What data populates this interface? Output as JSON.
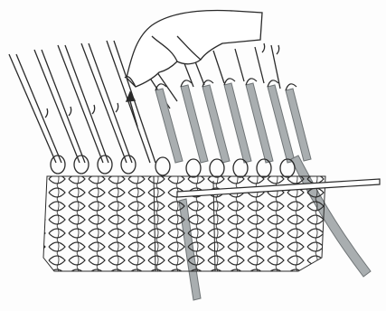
{
  "figure": {
    "kind": "knitting technique line illustration",
    "elements": [
      "hand-holding-hook",
      "upward-arrow",
      "latch-hook-needles",
      "knitted-fabric",
      "gray-yarn-loops",
      "transfer-rod"
    ]
  },
  "colors": {
    "ink": "#2a2a2a",
    "yarn": "#a9aeb0",
    "yarn_dark": "#6f7476",
    "paper": "#fdfdfd"
  }
}
